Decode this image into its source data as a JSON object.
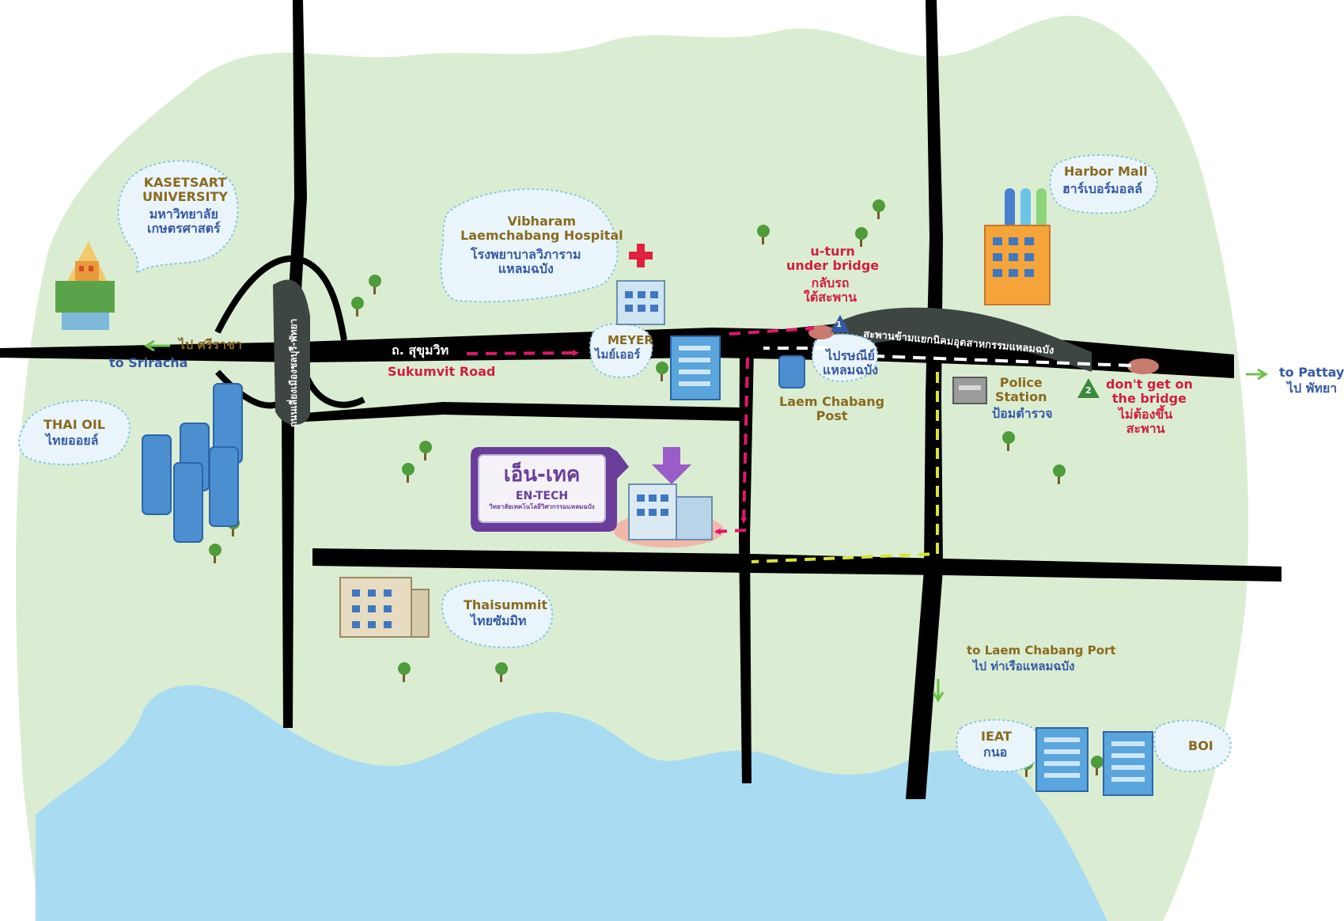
{
  "colors": {
    "land": "#daedd2",
    "water": "#a9dbf2",
    "road": "#000000",
    "bridge": "#3d4643",
    "route_pink": "#e0176b",
    "route_yellow": "#d8e436",
    "route_white": "#ffffff",
    "label_brown": "#8a6a1e",
    "label_blue": "#3559a6",
    "label_red": "#d11e3c",
    "entech_purple": "#6a3d9a"
  },
  "labels": {
    "kasetsart_en": "KASETSART\nUNIVERSITY",
    "kasetsart_th": "มหาวิทยาลัย\nเกษตรศาสตร์",
    "thai_oil_en": "THAI OIL",
    "thai_oil_th": "ไทยออยล์",
    "hospital_en": "Vibharam\nLaemchabang Hospital",
    "hospital_th": "โรงพยาบาลวิภาราม\nแหลมฉบัง",
    "meyer_en": "MEYER",
    "meyer_th": "ไมย์เออร์",
    "uturn_en": "u-turn\nunder bridge",
    "uturn_th": "กลับรถ\nใต้สะพาน",
    "harbor_en": "Harbor Mall",
    "harbor_th": "ฮาร์เบอร์มอลล์",
    "post_th": "ไปรษณีย์\nแหลมฉบัง",
    "post_en": "Laem Chabang\nPost",
    "police_en": "Police\nStation",
    "police_th": "ป้อมตำรวจ",
    "dont_en": "don't get on\nthe bridge",
    "dont_th": "ไม่ต้องขึ้น\nสะพาน",
    "pattaya_en": "to Pattaya",
    "pattaya_th": "ไป พัทยา",
    "sriracha_th": "ไป ศรีราชา",
    "sriracha_en": "to Sriracha",
    "sukumvit_th": "ถ. สุขุมวิท",
    "sukumvit_en": "Sukumvit Road",
    "bridge_road_th": "สะพานข้ามแยกนิคมอุตสาหกรรมแหลมฉบัง",
    "vertical_road_th": "ถนนเลี่ยงเมืองชลบุรี-พัทยา",
    "entech_th": "เอ็น-เทค",
    "entech_en": "EN-TECH",
    "entech_full": "วิทยาลัยเทคโนโลยีวิศวกรรมแหลมฉบัง",
    "thaisummit_en": "Thaisummit",
    "thaisummit_th": "ไทยซัมมิท",
    "port_en": "to Laem Chabang Port",
    "port_th": "ไป ท่าเรือแหลมฉบัง",
    "ieat_en": "IEAT",
    "ieat_th": "กนอ",
    "boi": "BOI",
    "marker_1": "1",
    "marker_2": "2"
  },
  "icons": [
    "tree-icon",
    "hospital-cross-icon",
    "download-arrow-icon",
    "oil-tank-icon",
    "house-icon",
    "office-building-icon"
  ]
}
